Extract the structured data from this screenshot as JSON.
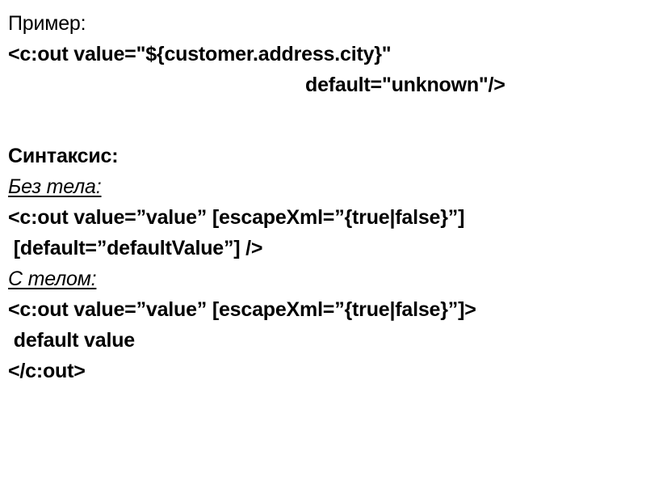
{
  "slide": {
    "background_color": "#ffffff",
    "text_color": "#000000",
    "example_section": {
      "heading": "Пример:",
      "code_line_1": "<c:out value=\"${customer.address.city}\"",
      "code_line_2": "default=\"unknown\"/>"
    },
    "syntax_section": {
      "heading": "Синтаксис:",
      "without_body": {
        "label": "Без тела:",
        "code_line_1": "<c:out value=”value” [escapeXml=”{true|false}”]",
        "code_line_2": " [default=”defaultValue”] />"
      },
      "with_body": {
        "label": "С телом:",
        "code_line_1": "<c:out value=”value” [escapeXml=”{true|false}”]>",
        "code_line_2": " default value",
        "code_line_3": "</c:out>"
      }
    }
  }
}
